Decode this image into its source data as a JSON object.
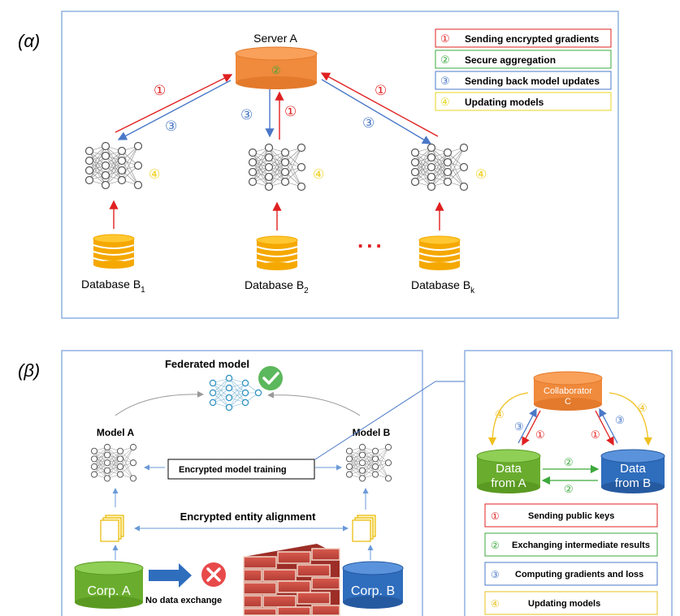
{
  "panel_a": {
    "label": "(α)",
    "server": "Server A",
    "server_badge": "②",
    "arrow_num_1": "①",
    "arrow_num_3": "③",
    "model_num_4": "④",
    "databases": [
      {
        "name": "Database B",
        "sub": "1"
      },
      {
        "name": "Database B",
        "sub": "2"
      },
      {
        "name": "Database B",
        "sub": "k"
      }
    ],
    "ellipsis": "...",
    "legend": [
      {
        "num": "①",
        "text": "Sending encrypted gradients",
        "color": "#e02020"
      },
      {
        "num": "②",
        "text": "Secure aggregation",
        "color": "#3ca93c"
      },
      {
        "num": "③",
        "text": "Sending back model updates",
        "color": "#4a78c8"
      },
      {
        "num": "④",
        "text": "Updating models",
        "color": "#e8d620"
      }
    ]
  },
  "panel_b": {
    "label": "(β)",
    "federated": "Federated model",
    "model_a": "Model A",
    "model_b": "Model B",
    "training": "Encrypted model training",
    "alignment": "Encrypted entity alignment",
    "corp_a": "Corp. A",
    "corp_b": "Corp. B",
    "no_exchange": "No data exchange"
  },
  "panel_c": {
    "collab_line1": "Collaborator",
    "collab_line2": "C",
    "data_a_line1": "Data",
    "data_a_line2": "from A",
    "data_b_line1": "Data",
    "data_b_line2": "from B",
    "n1": "①",
    "n2": "②",
    "n3": "③",
    "n4": "④",
    "legend": [
      {
        "num": "①",
        "text": "Sending public keys",
        "color": "#e02020"
      },
      {
        "num": "②",
        "text": "Exchanging intermediate results",
        "color": "#3ca93c"
      },
      {
        "num": "③",
        "text": "Computing gradients and loss",
        "color": "#4a78c8"
      },
      {
        "num": "④",
        "text": "Updating models",
        "color": "#e8c020"
      }
    ]
  },
  "colors": {
    "frame": "#8fb0e0",
    "red": "#e02020",
    "blue": "#4a78c8",
    "green": "#3ca93c",
    "yellow": "#f0d020",
    "server": "#f08a3c",
    "db_gold": "#f5a800",
    "corp_green": "#6aad2e",
    "corp_blue": "#2f6dbd"
  }
}
